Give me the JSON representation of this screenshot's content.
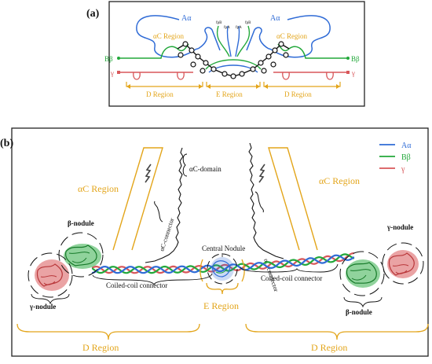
{
  "colors": {
    "a_alpha": "#2f6bd6",
    "b_beta": "#22a83a",
    "gamma": "#d8575a",
    "region": "#e3a51a",
    "frame": "#222222",
    "black": "#111111"
  },
  "panel_a": {
    "label": "(a)",
    "aalpha_left": "Aα",
    "aalpha_right": "Aα",
    "ac_region_left": "αC Region",
    "ac_region_right": "αC Region",
    "bbeta_left": "Bβ",
    "bbeta_right": "Bβ",
    "gamma_left": "γ",
    "gamma_right": "γ",
    "fpb_left": "fpB",
    "fpa_left": "fpA",
    "fpa_right": "fpA",
    "fpb_right": "fpB",
    "d_region_left": "D Region",
    "e_region": "E Region",
    "d_region_right": "D Region"
  },
  "panel_b": {
    "label": "(b)",
    "legend": [
      {
        "key": "a_alpha",
        "label": "Aα"
      },
      {
        "key": "b_beta",
        "label": "Bβ"
      },
      {
        "key": "gamma",
        "label": "γ"
      }
    ],
    "ac_region_left": "αC Region",
    "ac_region_right": "αC Region",
    "ac_domain": "αC-domain",
    "ac_connector_left": "αC-connector",
    "ac_connector_right": "αC-connector",
    "beta_nodule_left": "β-nodule",
    "beta_nodule_right": "β-nodule",
    "gamma_nodule_left": "γ-nodule",
    "gamma_nodule_right": "γ-nodule",
    "central_nodule": "Central Nodule",
    "coiled_left": "Coiled-coil connector",
    "coiled_right": "Coiled-coil connector",
    "e_region": "E Region",
    "d_region_left": "D Region",
    "d_region_right": "D Region"
  }
}
